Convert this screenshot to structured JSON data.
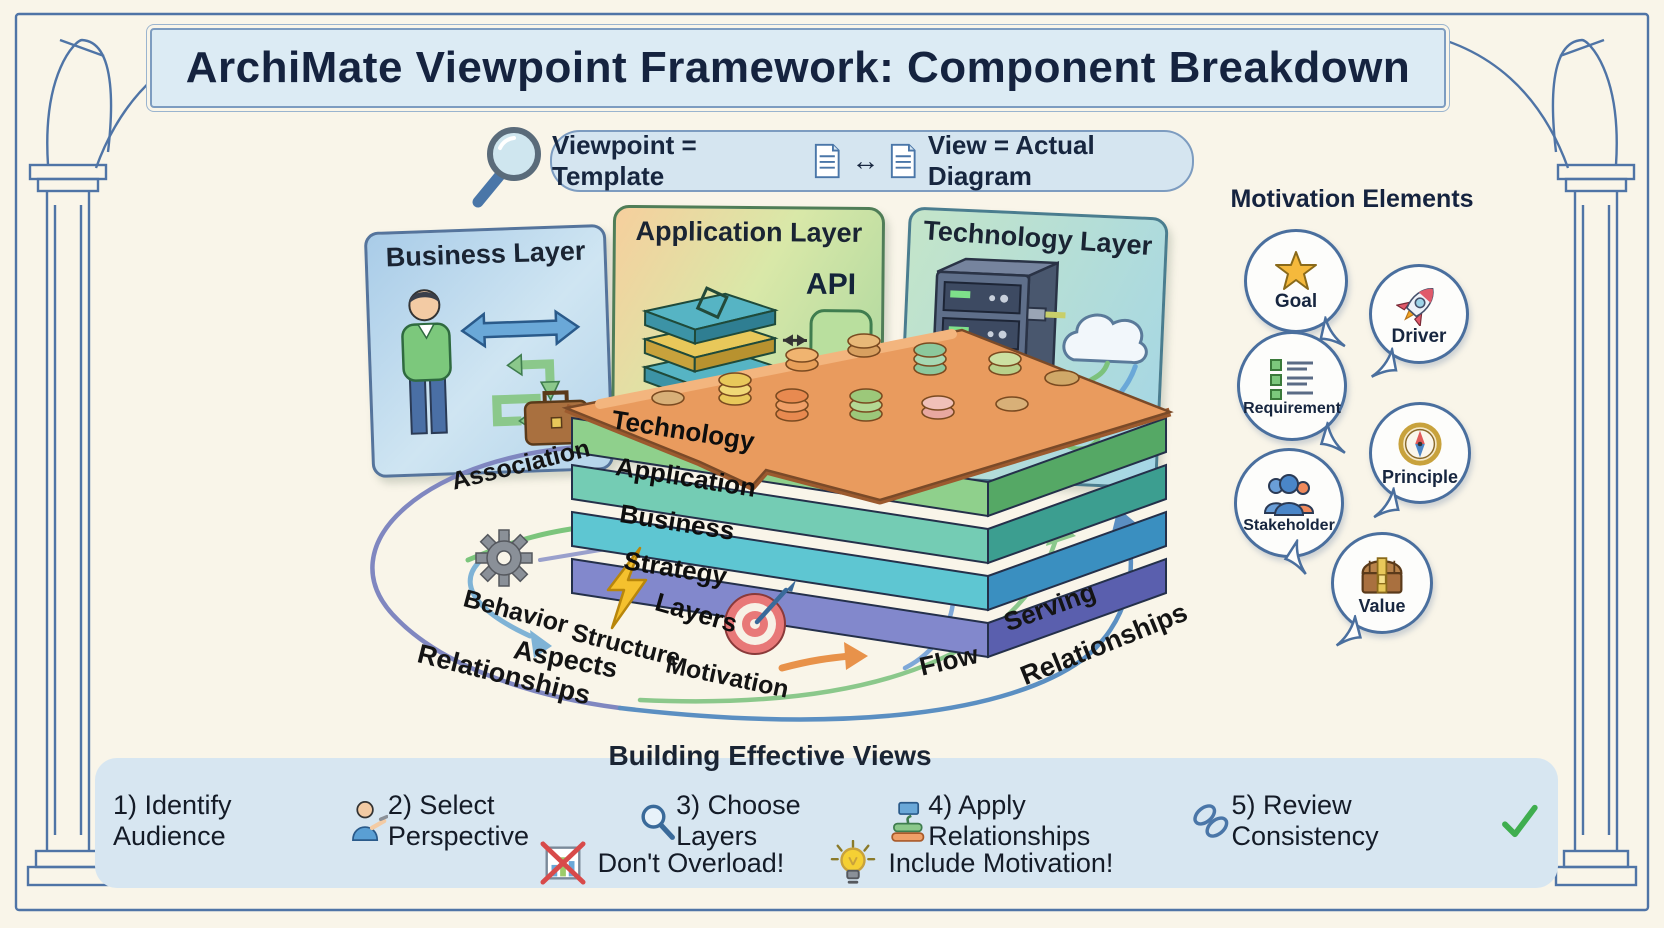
{
  "title": "ArchiMate Viewpoint Framework: Component Breakdown",
  "lens_banner": {
    "left_text": "Viewpoint = Template",
    "arrow": "↔",
    "right_text": "View = Actual Diagram"
  },
  "layer_cards": {
    "business": {
      "title": "Business Layer"
    },
    "application": {
      "title": "Application Layer",
      "api_label": "API"
    },
    "technology": {
      "title": "Technology Layer"
    }
  },
  "core_stack": {
    "layers": [
      {
        "label": "Technology"
      },
      {
        "label": "Application"
      },
      {
        "label": "Business"
      },
      {
        "label": "Strategy"
      }
    ],
    "caption": "Layers"
  },
  "annotations": {
    "association": "Association",
    "behavior": "Behavior",
    "structure": "Structure",
    "aspects": "Aspects",
    "relationships_left": "Relationships",
    "motivation": "Motivation",
    "flow": "Flow",
    "serving": "Serving",
    "relationships_right": "Relationships"
  },
  "motivation_elements": {
    "heading": "Motivation Elements",
    "items": [
      {
        "label": "Goal",
        "icon": "star-icon"
      },
      {
        "label": "Driver",
        "icon": "rocket-icon"
      },
      {
        "label": "Requirement",
        "icon": "checklist-icon"
      },
      {
        "label": "Principle",
        "icon": "compass-icon"
      },
      {
        "label": "Stakeholder",
        "icon": "people-icon"
      },
      {
        "label": "Value",
        "icon": "treasure-chest-icon"
      }
    ]
  },
  "building_views": {
    "heading": "Building Effective Views",
    "steps": [
      {
        "label": "1) Identify Audience",
        "icon": "presenter-icon"
      },
      {
        "label": "2) Select Perspective",
        "icon": "magnifier-icon"
      },
      {
        "label": "3) Choose Layers",
        "icon": "layer-stack-icon"
      },
      {
        "label": "4) Apply Relationships",
        "icon": "chain-link-icon"
      },
      {
        "label": "5) Review Consistency",
        "icon": "checkmark-icon"
      }
    ],
    "notes": [
      {
        "label": "Don't Overload!",
        "icon": "no-overload-icon"
      },
      {
        "label": "Include Motivation!",
        "icon": "lightbulb-icon"
      }
    ]
  },
  "colors": {
    "background": "#f9f5e9",
    "frame_blue": "#4f74a6",
    "banner_fill": "#dcebf4",
    "title_navy": "#15233f",
    "panel_fill": "#d7e6f1",
    "stack_technology": "#8fd08c",
    "stack_application": "#74ccb4",
    "stack_business": "#5ec6d2",
    "stack_strategy": "#8288cc",
    "board_orange": "#e99b5e"
  }
}
